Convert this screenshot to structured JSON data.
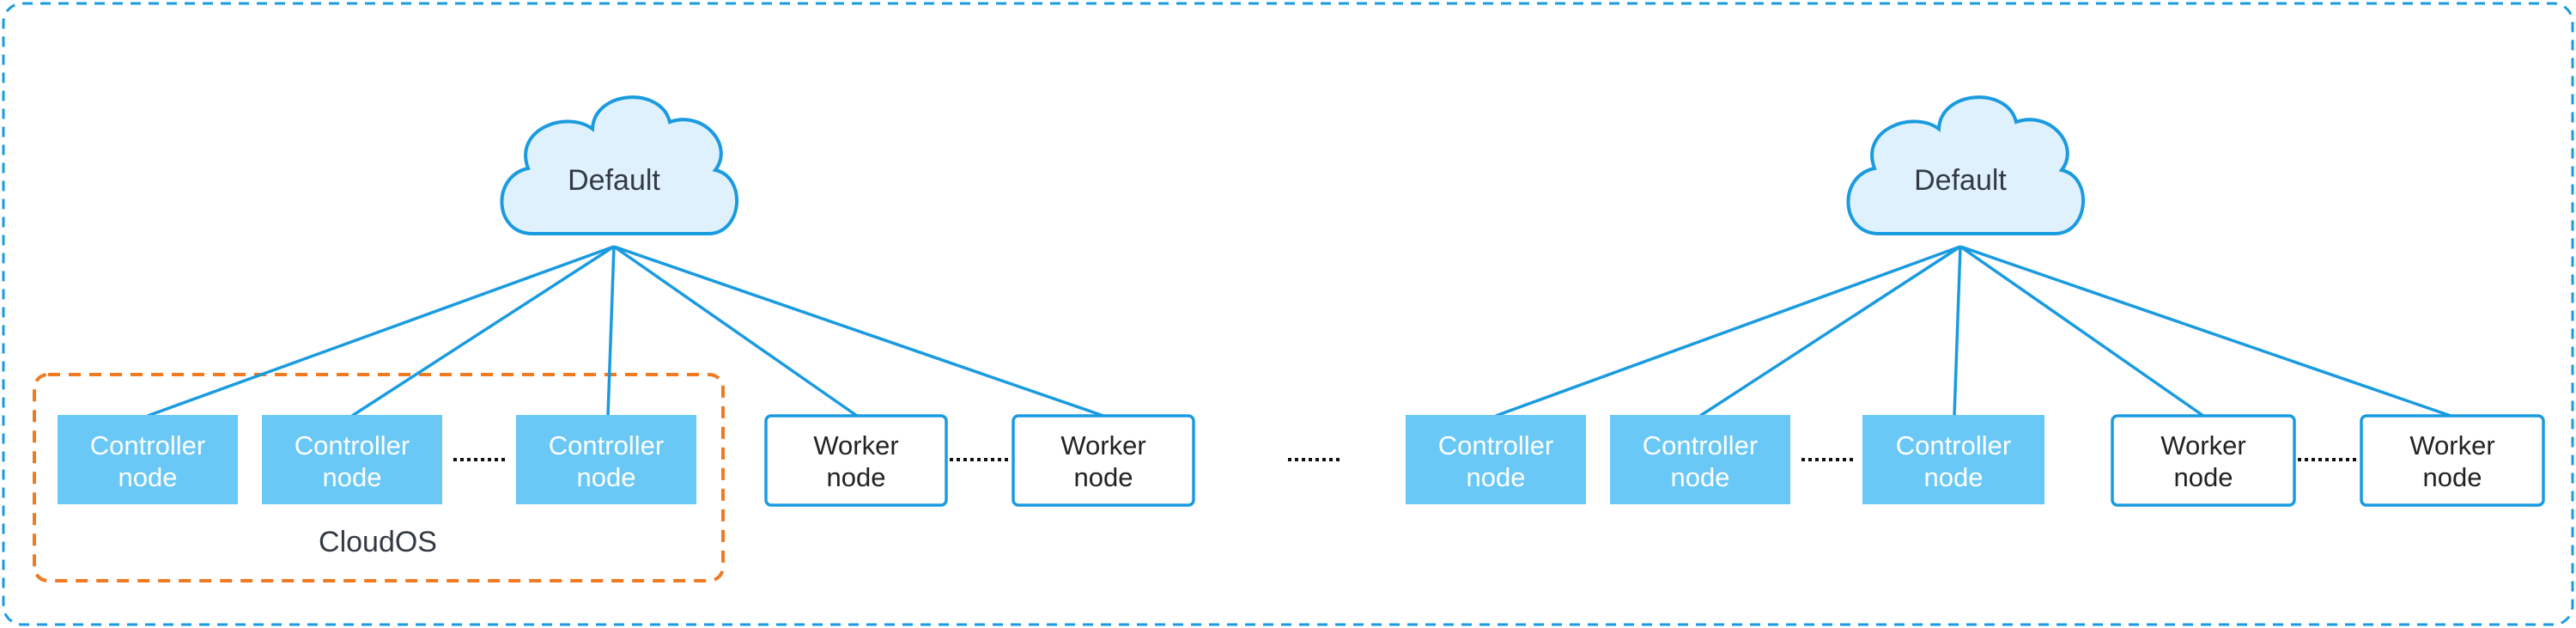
{
  "frame_label": "CloudOS",
  "clusters": [
    {
      "cloud_label": "Default",
      "controller_nodes": [
        "Controller\nnode",
        "Controller\nnode",
        "Controller\nnode"
      ],
      "worker_nodes": [
        "Worker\nnode",
        "Worker\nnode"
      ]
    },
    {
      "cloud_label": "Default",
      "controller_nodes": [
        "Controller\nnode",
        "Controller\nnode",
        "Controller\nnode"
      ],
      "worker_nodes": [
        "Worker\nnode",
        "Worker\nnode"
      ]
    }
  ],
  "colors": {
    "line": "#1a9be0",
    "controller_fill": "#6ac8f7",
    "cloud_fill": "#dff1fc",
    "cloudos_frame": "#f07a22"
  }
}
